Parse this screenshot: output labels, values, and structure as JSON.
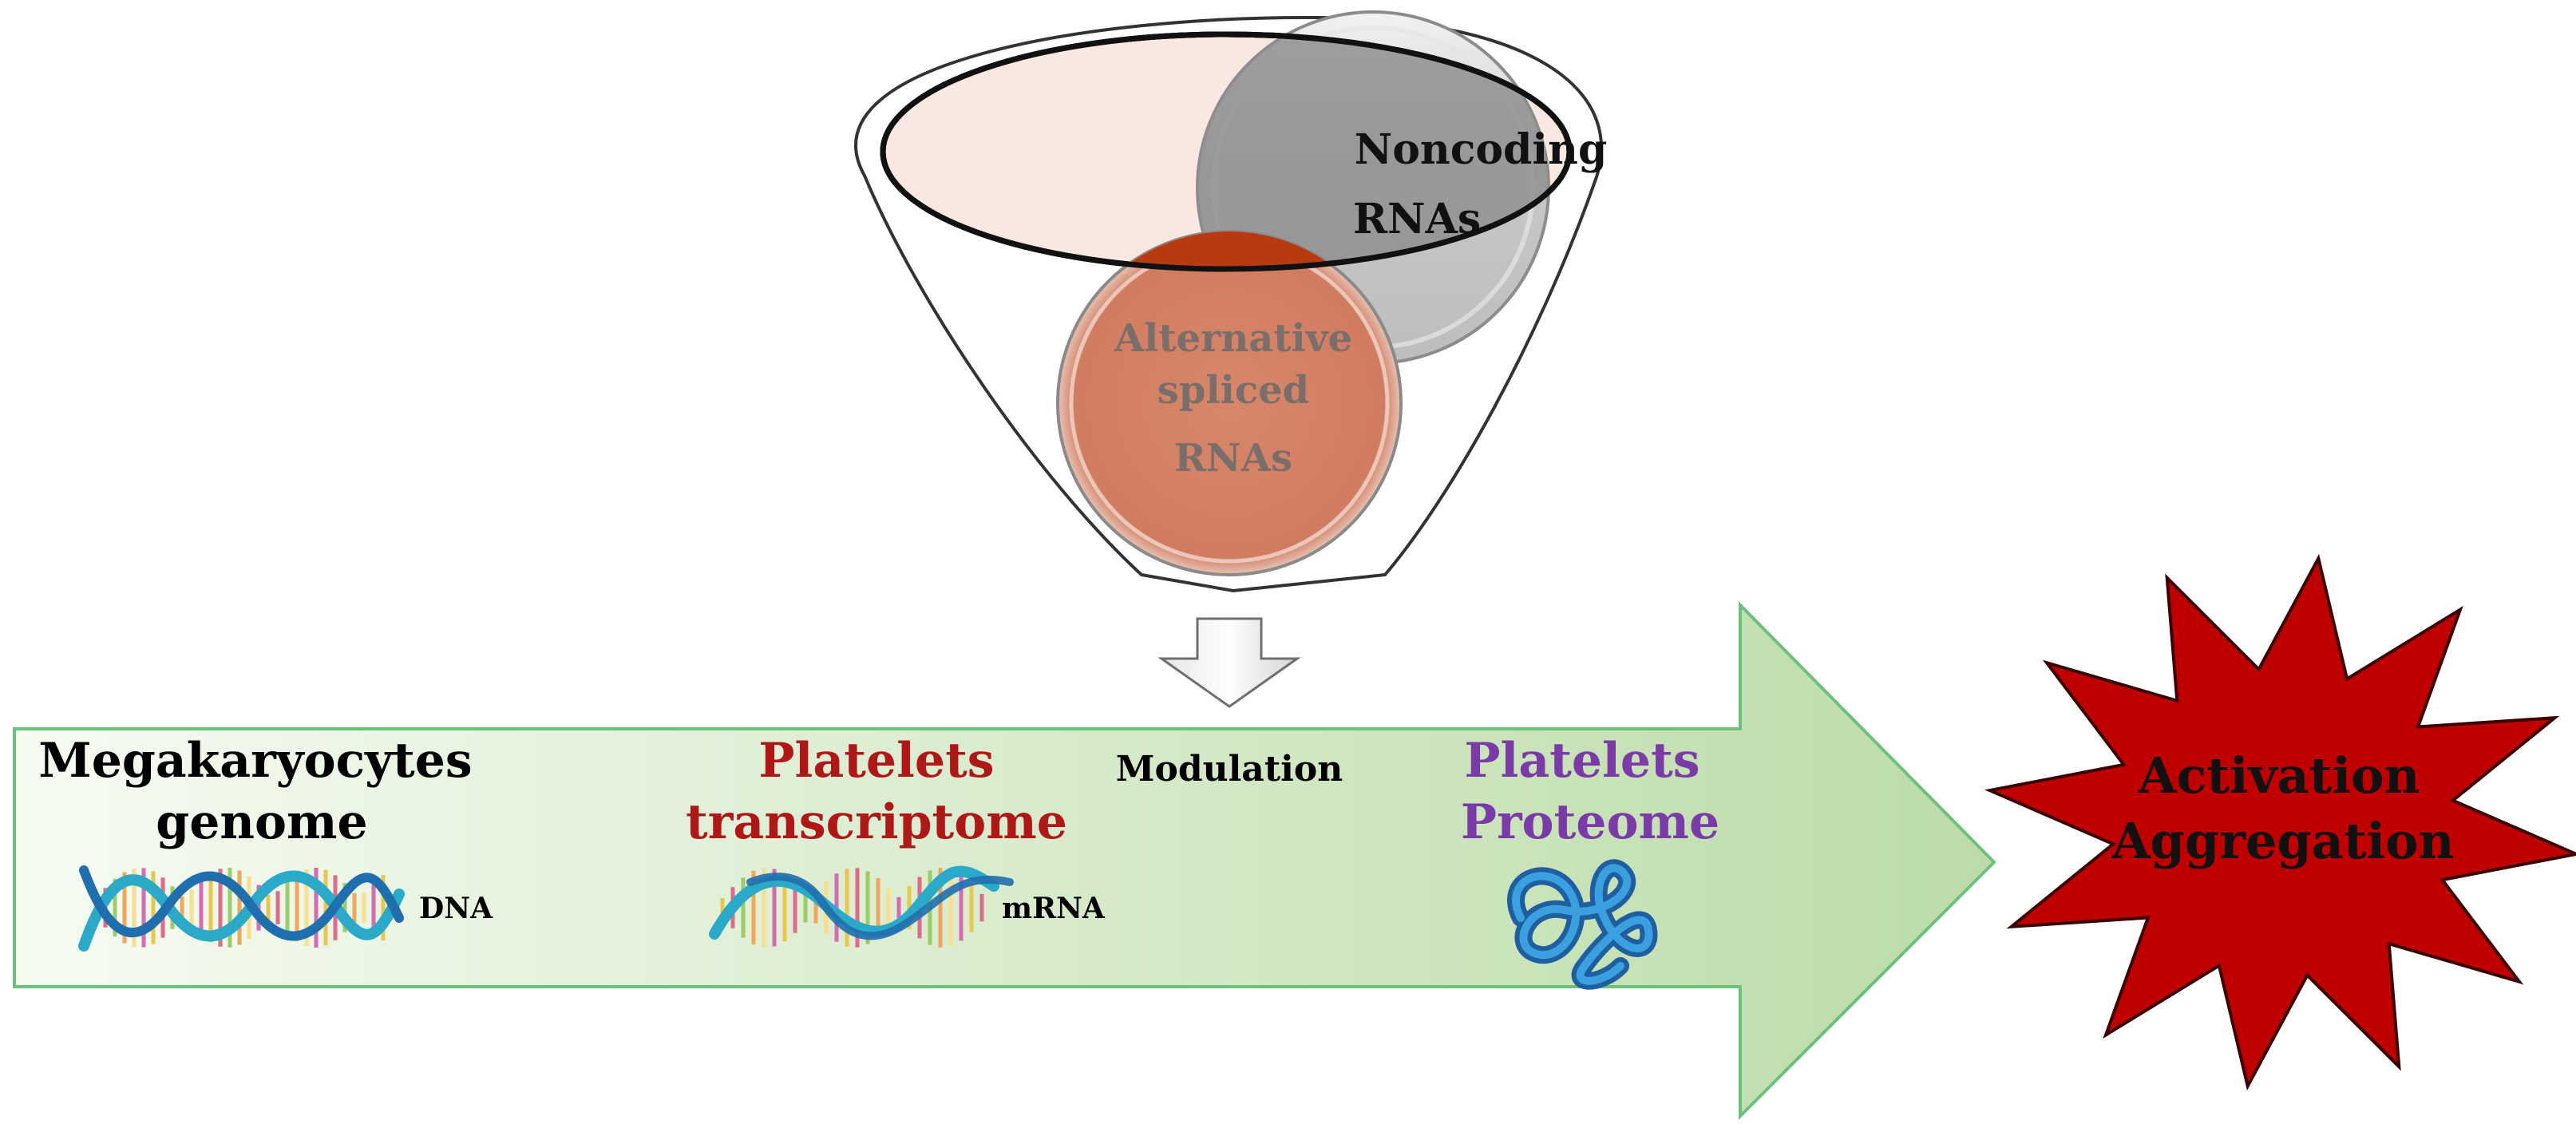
{
  "funnel": {
    "noncoding": {
      "line1": "Noncoding",
      "line2": "RNAs"
    },
    "spliced": {
      "line1": "Alternative",
      "line2": "spliced",
      "line3": "RNAs"
    }
  },
  "pathway": {
    "genome": {
      "line1": "Megakaryocytes",
      "line2": "genome",
      "icon_label": "DNA"
    },
    "transcriptome": {
      "line1": "Platelets",
      "line2": "transcriptome",
      "icon_label": "mRNA"
    },
    "modulation": "Modulation",
    "proteome": {
      "line1": "Platelets",
      "line2": "Proteome"
    }
  },
  "outcome": {
    "line1": "Activation",
    "line2": "Aggregation"
  },
  "colors": {
    "arrow_fill_start": "#f4faf0",
    "arrow_fill_end": "#bfdfae",
    "arrow_stroke": "#6cc27a",
    "genome_text": "#000000",
    "transcriptome_text": "#b01818",
    "proteome_text": "#7a3aa8",
    "spliced_circle": "#d8866a",
    "spliced_text": "#7a6e6a",
    "noncoding_circle": "#9a9a9a",
    "star_fill": "#c00000",
    "dna_strand_a": "#2aa9c9",
    "dna_strand_b": "#1f6fae",
    "protein": "#1f86cc"
  }
}
